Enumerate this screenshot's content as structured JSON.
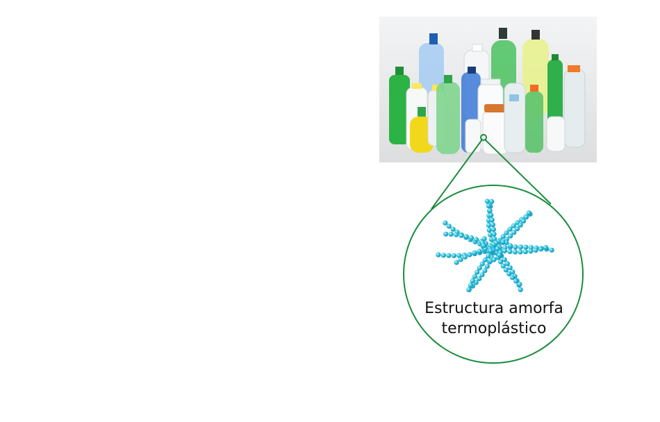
{
  "photo": {
    "subject": "plastic-bottles-photo",
    "background": "#e9eaec"
  },
  "colors": {
    "connector": "#1a8c3c",
    "bead": "#27c3de",
    "bead_highlight": "#c9f3fb"
  },
  "caption": {
    "line1": "Estructura amorfa",
    "line2": "termoplástico"
  }
}
